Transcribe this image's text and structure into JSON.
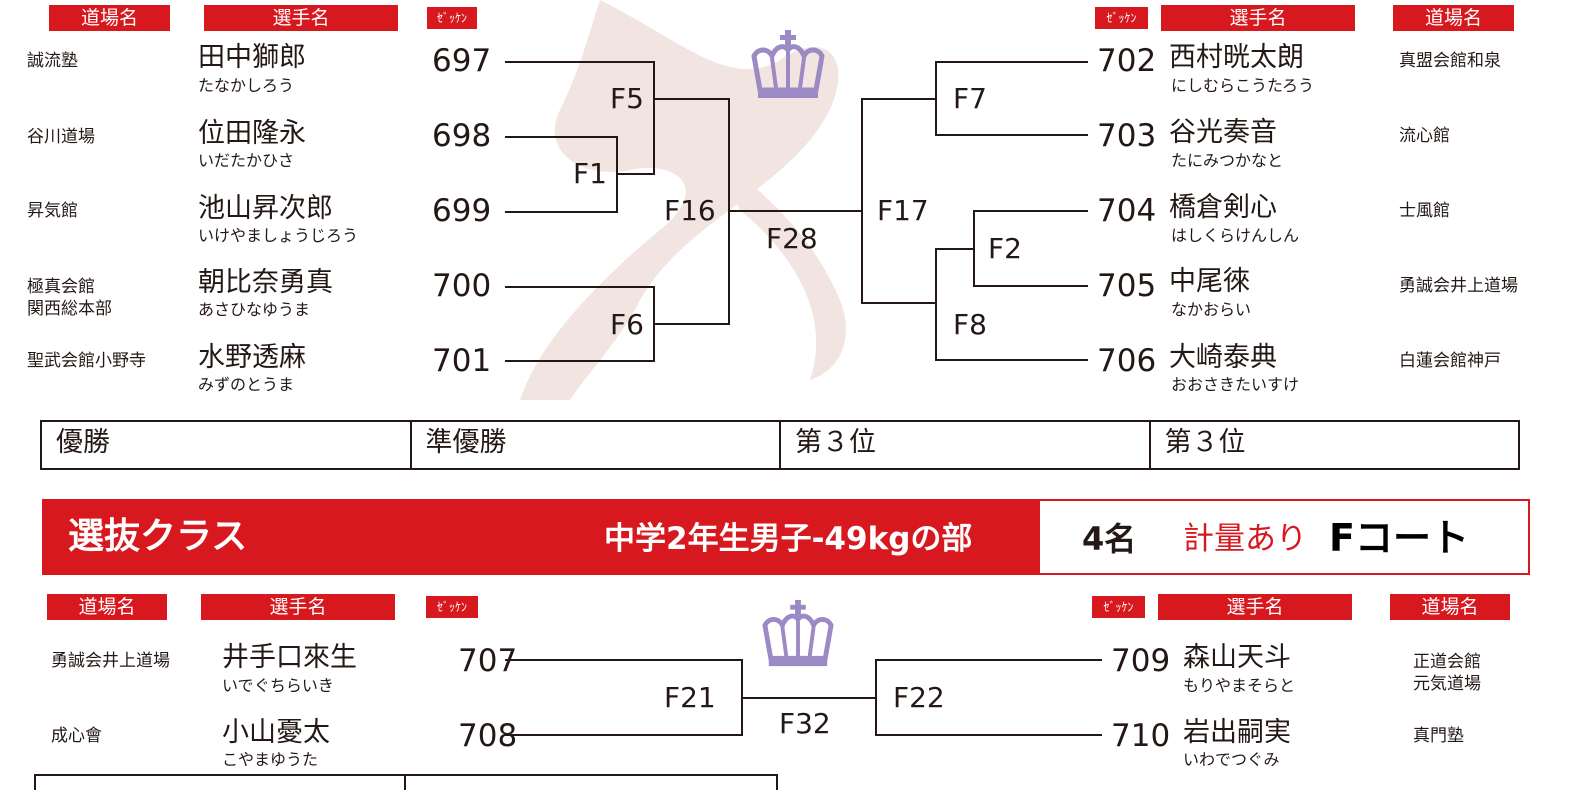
{
  "headers": {
    "dojo": "道場名",
    "player": "選手名",
    "zekken": "ｾﾞｯｹﾝ"
  },
  "bracket1": {
    "left": [
      {
        "dojo": "誠流塾",
        "name": "田中獅郎",
        "kana": "たなかしろう",
        "number": "697"
      },
      {
        "dojo": "谷川道場",
        "name": "位田隆永",
        "kana": "いだたかひさ",
        "number": "698"
      },
      {
        "dojo": "昇気館",
        "name": "池山昇次郎",
        "kana": "いけやましょうじろう",
        "number": "699"
      },
      {
        "dojo": "極真会館\n関西総本部",
        "name": "朝比奈勇真",
        "kana": "あさひなゆうま",
        "number": "700"
      },
      {
        "dojo": "聖武会館小野寺",
        "name": "水野透麻",
        "kana": "みずのとうま",
        "number": "701"
      }
    ],
    "right": [
      {
        "dojo": "真盟会館和泉",
        "name": "西村晄太朗",
        "kana": "にしむらこうたろう",
        "number": "702"
      },
      {
        "dojo": "流心館",
        "name": "谷光奏音",
        "kana": "たにみつかなと",
        "number": "703"
      },
      {
        "dojo": "士風館",
        "name": "橋倉剣心",
        "kana": "はしくらけんしん",
        "number": "704"
      },
      {
        "dojo": "勇誠会井上道場",
        "name": "中尾徠",
        "kana": "なかおらい",
        "number": "705"
      },
      {
        "dojo": "白蓮会館神戸",
        "name": "大崎泰典",
        "kana": "おおさきたいすけ",
        "number": "706"
      }
    ],
    "matches": {
      "f1": "F1",
      "f5": "F5",
      "f6": "F6",
      "f16": "F16",
      "f28": "F28",
      "f17": "F17",
      "f7": "F7",
      "f2": "F2",
      "f8": "F8"
    }
  },
  "results": [
    "優勝",
    "準優勝",
    "第３位",
    "第３位"
  ],
  "class_banner": {
    "title": "選抜クラス",
    "division": "中学2年生男子-49kgの部",
    "count": "4名",
    "weigh": "計量あり",
    "court": "Fコート"
  },
  "bracket2": {
    "left": [
      {
        "dojo": "勇誠会井上道場",
        "name": "井手口來生",
        "kana": "いでぐちらいき",
        "number": "707"
      },
      {
        "dojo": "成心會",
        "name": "小山憂太",
        "kana": "こやまゆうた",
        "number": "708"
      }
    ],
    "right": [
      {
        "dojo": "正道会館\n元気道場",
        "name": "森山天斗",
        "kana": "もりやまそらと",
        "number": "709"
      },
      {
        "dojo": "真門塾",
        "name": "岩出嗣実",
        "kana": "いわでつぐみ",
        "number": "710"
      }
    ],
    "matches": {
      "f21": "F21",
      "f32": "F32",
      "f22": "F22"
    }
  },
  "colors": {
    "accent": "#d7181f",
    "crown": "#9b8ac4",
    "line": "#231815"
  },
  "icons": {
    "crown": "crown-icon"
  }
}
